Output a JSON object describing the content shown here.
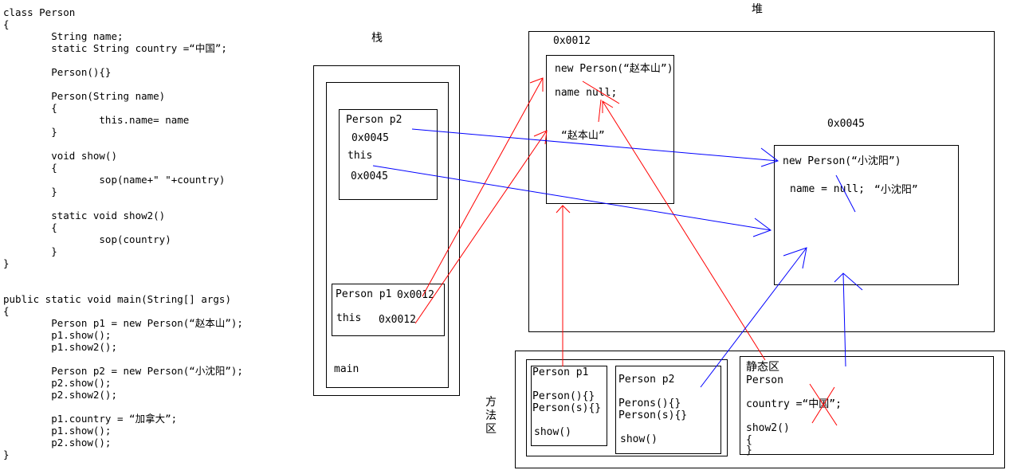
{
  "code_lines": [
    "class Person",
    "{",
    "        String name;",
    "        static String country =“中国”;",
    "",
    "        Person(){}",
    "",
    "        Person(String name)",
    "        {",
    "                this.name= name",
    "        }",
    "",
    "        void show()",
    "        {",
    "                sop(name+\" \"+country)",
    "        }",
    "",
    "        static void show2()",
    "        {",
    "                sop(country)",
    "        }",
    "}",
    "",
    "",
    "public static void main(String[] args)",
    "{",
    "        Person p1 = new Person(“赵本山”);",
    "        p1.show();",
    "        p1.show2();",
    "",
    "        Person p2 = new Person(“小沈阳”);",
    "        p2.show();",
    "        p2.show2();",
    "",
    "        p1.country = “加拿大”;",
    "        p1.show();",
    "        p2.show();",
    "}"
  ],
  "stack": {
    "title": "栈",
    "frame_label": "main",
    "p2": {
      "var": "Person p2",
      "addr": "0x0045",
      "this_label": "this",
      "this_addr": "0x0045"
    },
    "p1": {
      "var": "Person p1",
      "addr": "0x0012",
      "this_label": "this",
      "this_addr": "0x0012"
    }
  },
  "heap": {
    "title": "堆",
    "obj1": {
      "addr": "0x0012",
      "ctor": "new Person(“赵本山”)",
      "field": "name null;",
      "value": "“赵本山”"
    },
    "obj2": {
      "addr": "0x0045",
      "ctor": "new Person(“小沈阳”)",
      "field": "name = null;",
      "value": "“小沈阳”"
    }
  },
  "method_area": {
    "title_chars": [
      "方",
      "法",
      "区"
    ],
    "p1": {
      "title": "Person p1",
      "ctor1": "Person(){}",
      "ctor2": "Person(s){}",
      "method": "show()"
    },
    "p2": {
      "title": "Person p2",
      "ctor1": "Perons(){}",
      "ctor2": "Person(s){}",
      "method": "show()"
    },
    "static": {
      "title": "静态区",
      "class_name": "Person",
      "field": "country =“中国”;",
      "method": "show2()",
      "brace_open": "{",
      "brace_close": "}"
    }
  },
  "colors": {
    "red_arrow": "#ff0000",
    "blue_arrow": "#0000ff",
    "border": "#000000"
  }
}
